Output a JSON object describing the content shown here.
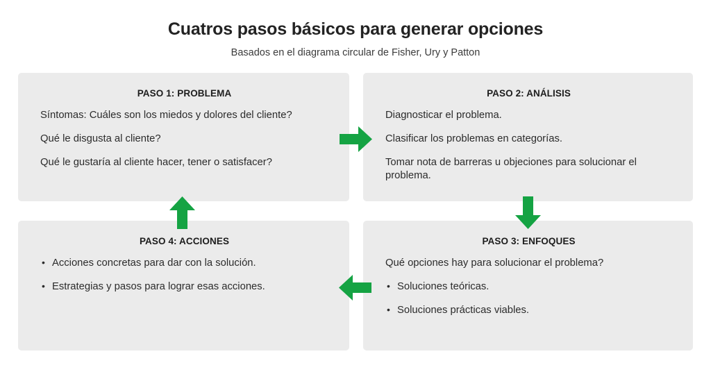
{
  "header": {
    "title": "Cuatros pasos básicos para generar opciones",
    "subtitle": "Basados en el diagrama circular de Fisher, Ury y Patton"
  },
  "colors": {
    "arrow_green": "#15a343",
    "box_background": "#ebebeb",
    "page_background": "#ffffff",
    "title_text": "#232323",
    "body_text": "#2b2b2b"
  },
  "steps": [
    {
      "id": "paso-1",
      "title": "PASO 1: PROBLEMA",
      "position": "top-left",
      "lines": [
        {
          "text": "Síntomas: Cuáles son los miedos y dolores del cliente?",
          "bullet": false
        },
        {
          "text": "Qué le disgusta al cliente?",
          "bullet": false
        },
        {
          "text": "Qué le gustaría al cliente hacer, tener o satisfacer?",
          "bullet": false
        }
      ]
    },
    {
      "id": "paso-2",
      "title": "PASO 2: ANÁLISIS",
      "position": "top-right",
      "lines": [
        {
          "text": "Diagnosticar el problema.",
          "bullet": false
        },
        {
          "text": "Clasificar los problemas en categorías.",
          "bullet": false
        },
        {
          "text": "Tomar nota de barreras u objeciones para solucionar el problema.",
          "bullet": false
        }
      ]
    },
    {
      "id": "paso-3",
      "title": "PASO 3: ENFOQUES",
      "position": "bottom-right",
      "lines": [
        {
          "text": "Qué opciones hay para solucionar el problema?",
          "bullet": false
        },
        {
          "text": "Soluciones teóricas.",
          "bullet": true
        },
        {
          "text": "Soluciones prácticas viables.",
          "bullet": true
        }
      ]
    },
    {
      "id": "paso-4",
      "title": "PASO 4: ACCIONES",
      "position": "bottom-left",
      "lines": [
        {
          "text": "Acciones concretas para dar con la solución.",
          "bullet": true
        },
        {
          "text": "Estrategias y pasos para lograr esas acciones.",
          "bullet": true
        }
      ]
    }
  ],
  "arrows": [
    {
      "id": "arrow-right",
      "direction": "right",
      "from": "paso-1",
      "to": "paso-2"
    },
    {
      "id": "arrow-down",
      "direction": "down",
      "from": "paso-2",
      "to": "paso-3"
    },
    {
      "id": "arrow-left",
      "direction": "left",
      "from": "paso-3",
      "to": "paso-4"
    },
    {
      "id": "arrow-up",
      "direction": "up",
      "from": "paso-4",
      "to": "paso-1"
    }
  ]
}
